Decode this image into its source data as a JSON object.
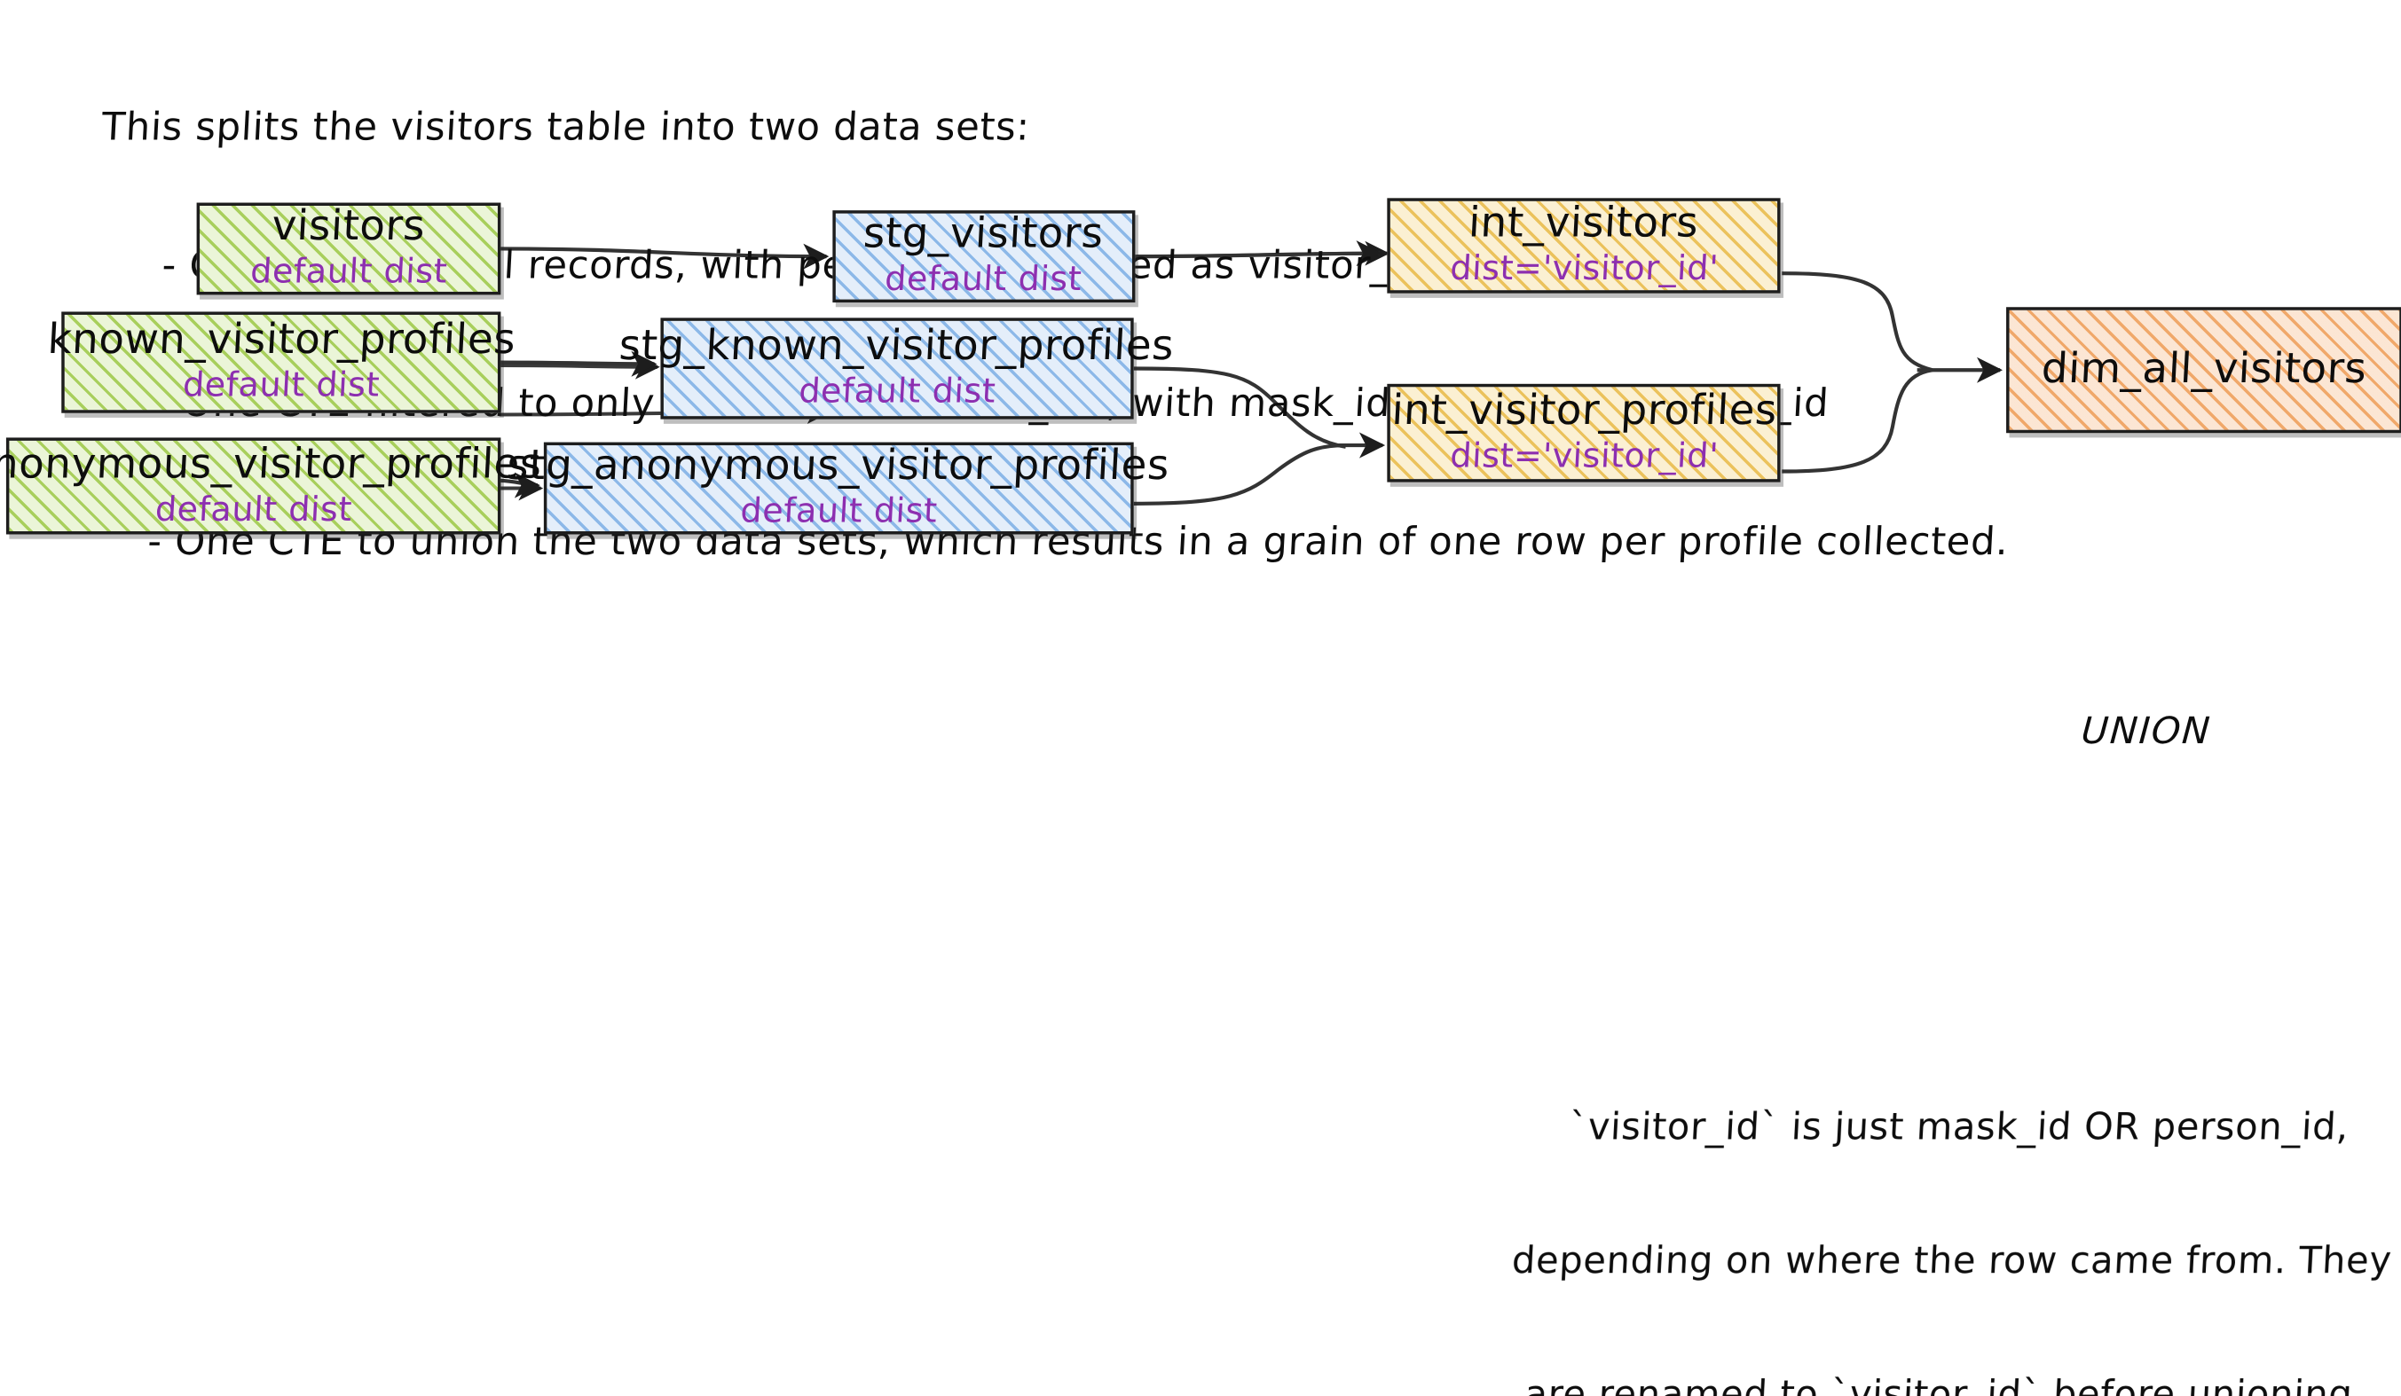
{
  "header_note": {
    "lines": [
      "This splits the visitors table into two data sets:",
      "- One CTE with all records, with person_id renamed as visitor_id.",
      "- One CTE filtered to only records with mask_ids, with mask_id renamed as visitor_id",
      "- One CTE to union the two data sets, which results in a grain of one row per profile collected."
    ]
  },
  "bottom_note": {
    "lines": [
      "`visitor_id` is just mask_id OR person_id,",
      "depending on where the row came from. They",
      "are renamed to `visitor_id` before unioning."
    ]
  },
  "labels": {
    "union": "UNION"
  },
  "colors": {
    "source": "#a8cf5c",
    "staging": "#8cb8e8",
    "intermediate": "#ebc25c",
    "mart": "#f0a86a",
    "dist_text": "#8d2fb0",
    "stroke": "#1d1d1d"
  },
  "nodes": [
    {
      "id": "visitors",
      "title": "visitors",
      "sub": "default dist",
      "layer": "source"
    },
    {
      "id": "known_visitor_profiles",
      "title": "known_visitor_profiles",
      "sub": "default dist",
      "layer": "source"
    },
    {
      "id": "anonymous_visitor_profiles",
      "title": "anonymous_visitor_profiles",
      "sub": "default dist",
      "layer": "source"
    },
    {
      "id": "stg_visitors",
      "title": "stg_visitors",
      "sub": "default dist",
      "layer": "staging"
    },
    {
      "id": "stg_known_visitor_profiles",
      "title": "stg_known_visitor_profiles",
      "sub": "default dist",
      "layer": "staging"
    },
    {
      "id": "stg_anonymous_visitor_profiles",
      "title": "stg_anonymous_visitor_profiles",
      "sub": "default dist",
      "layer": "staging"
    },
    {
      "id": "int_visitors",
      "title": "int_visitors",
      "sub": "dist='visitor_id'",
      "layer": "intermediate"
    },
    {
      "id": "int_visitor_profiles",
      "title": "int_visitor_profiles",
      "sub": "dist='visitor_id'",
      "layer": "intermediate"
    },
    {
      "id": "dim_all_visitors",
      "title": "dim_all_visitors",
      "sub": "",
      "layer": "mart"
    }
  ]
}
